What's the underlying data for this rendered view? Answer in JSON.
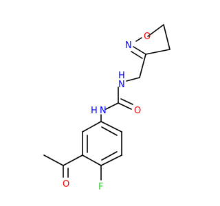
{
  "colors": {
    "background": "#ffffff",
    "bond": "#000000",
    "oxygen": "#ff0000",
    "nitrogen": "#0000ff",
    "fluorine": "#33cc33"
  },
  "labels": {
    "ring_o": "O",
    "ring_n": "N",
    "amide_nh_top": "N",
    "amide_h_top": "H",
    "urea_o": "O",
    "amide_nh_bottom": "N",
    "amide_h_bottom": "H",
    "fluorine": "F",
    "acetyl_o": "O"
  }
}
